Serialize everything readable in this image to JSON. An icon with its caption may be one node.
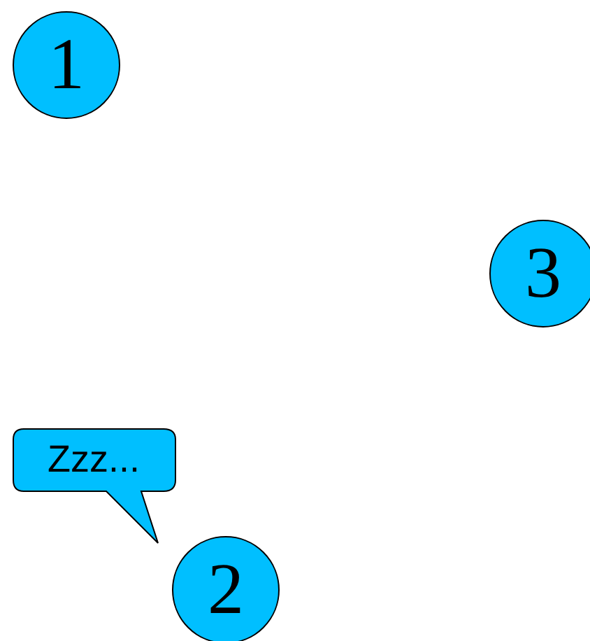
{
  "diagram": {
    "nodes": [
      {
        "text": [
          "1"
        ]
      },
      {
        "text": [
          "Zzz..."
        ]
      },
      {
        "text": [
          "2"
        ]
      },
      {
        "text": [
          "3"
        ]
      }
    ]
  }
}
